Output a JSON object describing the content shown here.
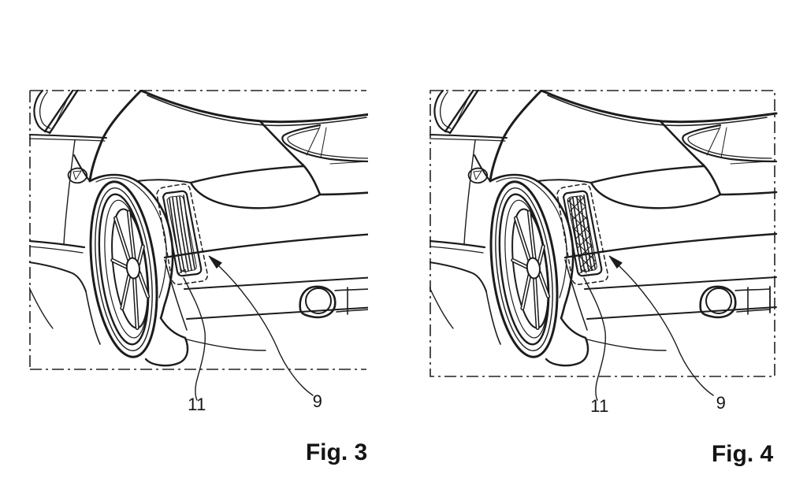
{
  "page": {
    "background_color": "#ffffff",
    "line_color": "#1c1c1c",
    "content": "Patent-style line drawing, rear quarter view of a sports car with a side air vent zone"
  },
  "figures": [
    {
      "id": "fig3",
      "caption": "Fig. 3",
      "labels": {
        "vent": "11",
        "zone": "9"
      },
      "vent_fill": "plain-louvers"
    },
    {
      "id": "fig4",
      "caption": "Fig. 4",
      "labels": {
        "vent": "11",
        "zone": "9"
      },
      "vent_fill": "cross-hatched"
    }
  ]
}
